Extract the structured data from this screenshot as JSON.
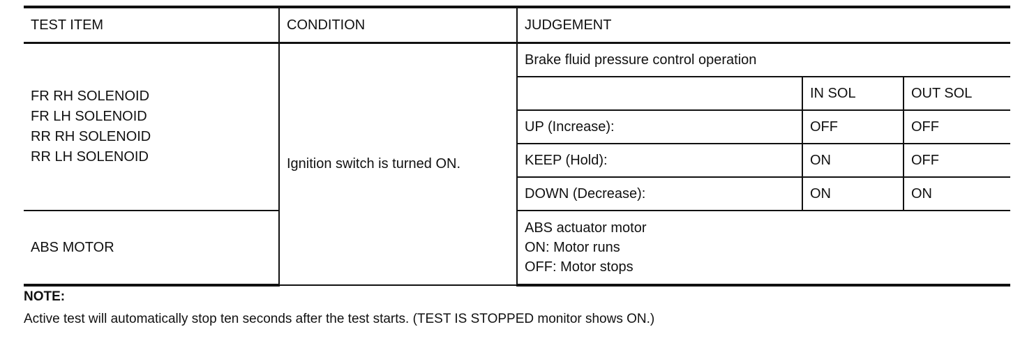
{
  "table": {
    "headers": {
      "test_item": "TEST ITEM",
      "condition": "CONDITION",
      "judgement": "JUDGEMENT"
    },
    "solenoids": [
      "FR RH SOLENOID",
      "FR LH SOLENOID",
      "RR RH SOLENOID",
      "RR LH SOLENOID"
    ],
    "condition": "Ignition switch is turned ON.",
    "brake_title": "Brake fluid pressure control operation",
    "sub_headers": {
      "in_sol": "IN SOL",
      "out_sol": "OUT SOL"
    },
    "rows": [
      {
        "label": "UP (Increase):",
        "in_sol": "OFF",
        "out_sol": "OFF"
      },
      {
        "label": "KEEP (Hold):",
        "in_sol": "ON",
        "out_sol": "OFF"
      },
      {
        "label": "DOWN (Decrease):",
        "in_sol": "ON",
        "out_sol": "ON"
      }
    ],
    "abs_item": "ABS MOTOR",
    "abs_judgement": [
      "ABS actuator motor",
      "ON: Motor runs",
      "OFF: Motor stops"
    ]
  },
  "note": {
    "label": "NOTE:",
    "text": "Active test will automatically stop ten seconds after the test starts. (TEST IS STOPPED monitor shows ON.)"
  }
}
